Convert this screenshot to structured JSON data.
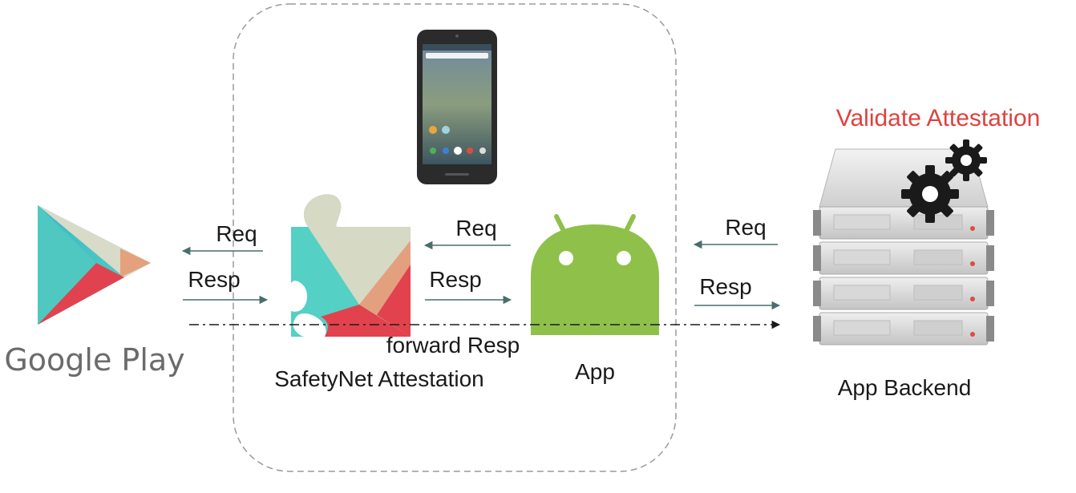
{
  "labels": {
    "google_play": "Google Play",
    "safetynet": "SafetyNet Attestation",
    "app": "App",
    "app_backend": "App Backend",
    "validate": "Validate Attestation"
  },
  "arrows": {
    "req": "Req",
    "resp": "Resp",
    "forward_resp": "forward Resp"
  },
  "icons": {
    "google_play": "google-play-logo",
    "safetynet": "puzzle-piece-icon",
    "phone": "android-phone",
    "app": "android-robot-icon",
    "backend": "server-rack-icon",
    "gears": "gears-icon"
  },
  "colors": {
    "validate_text": "#e0413d",
    "arrow": "#4a6d6d",
    "boundary": "#9a9a9a",
    "android_green": "#8fc04a",
    "play_teal": "#4fc8c2",
    "play_red": "#e0434f",
    "play_beige": "#d8d8c8"
  }
}
